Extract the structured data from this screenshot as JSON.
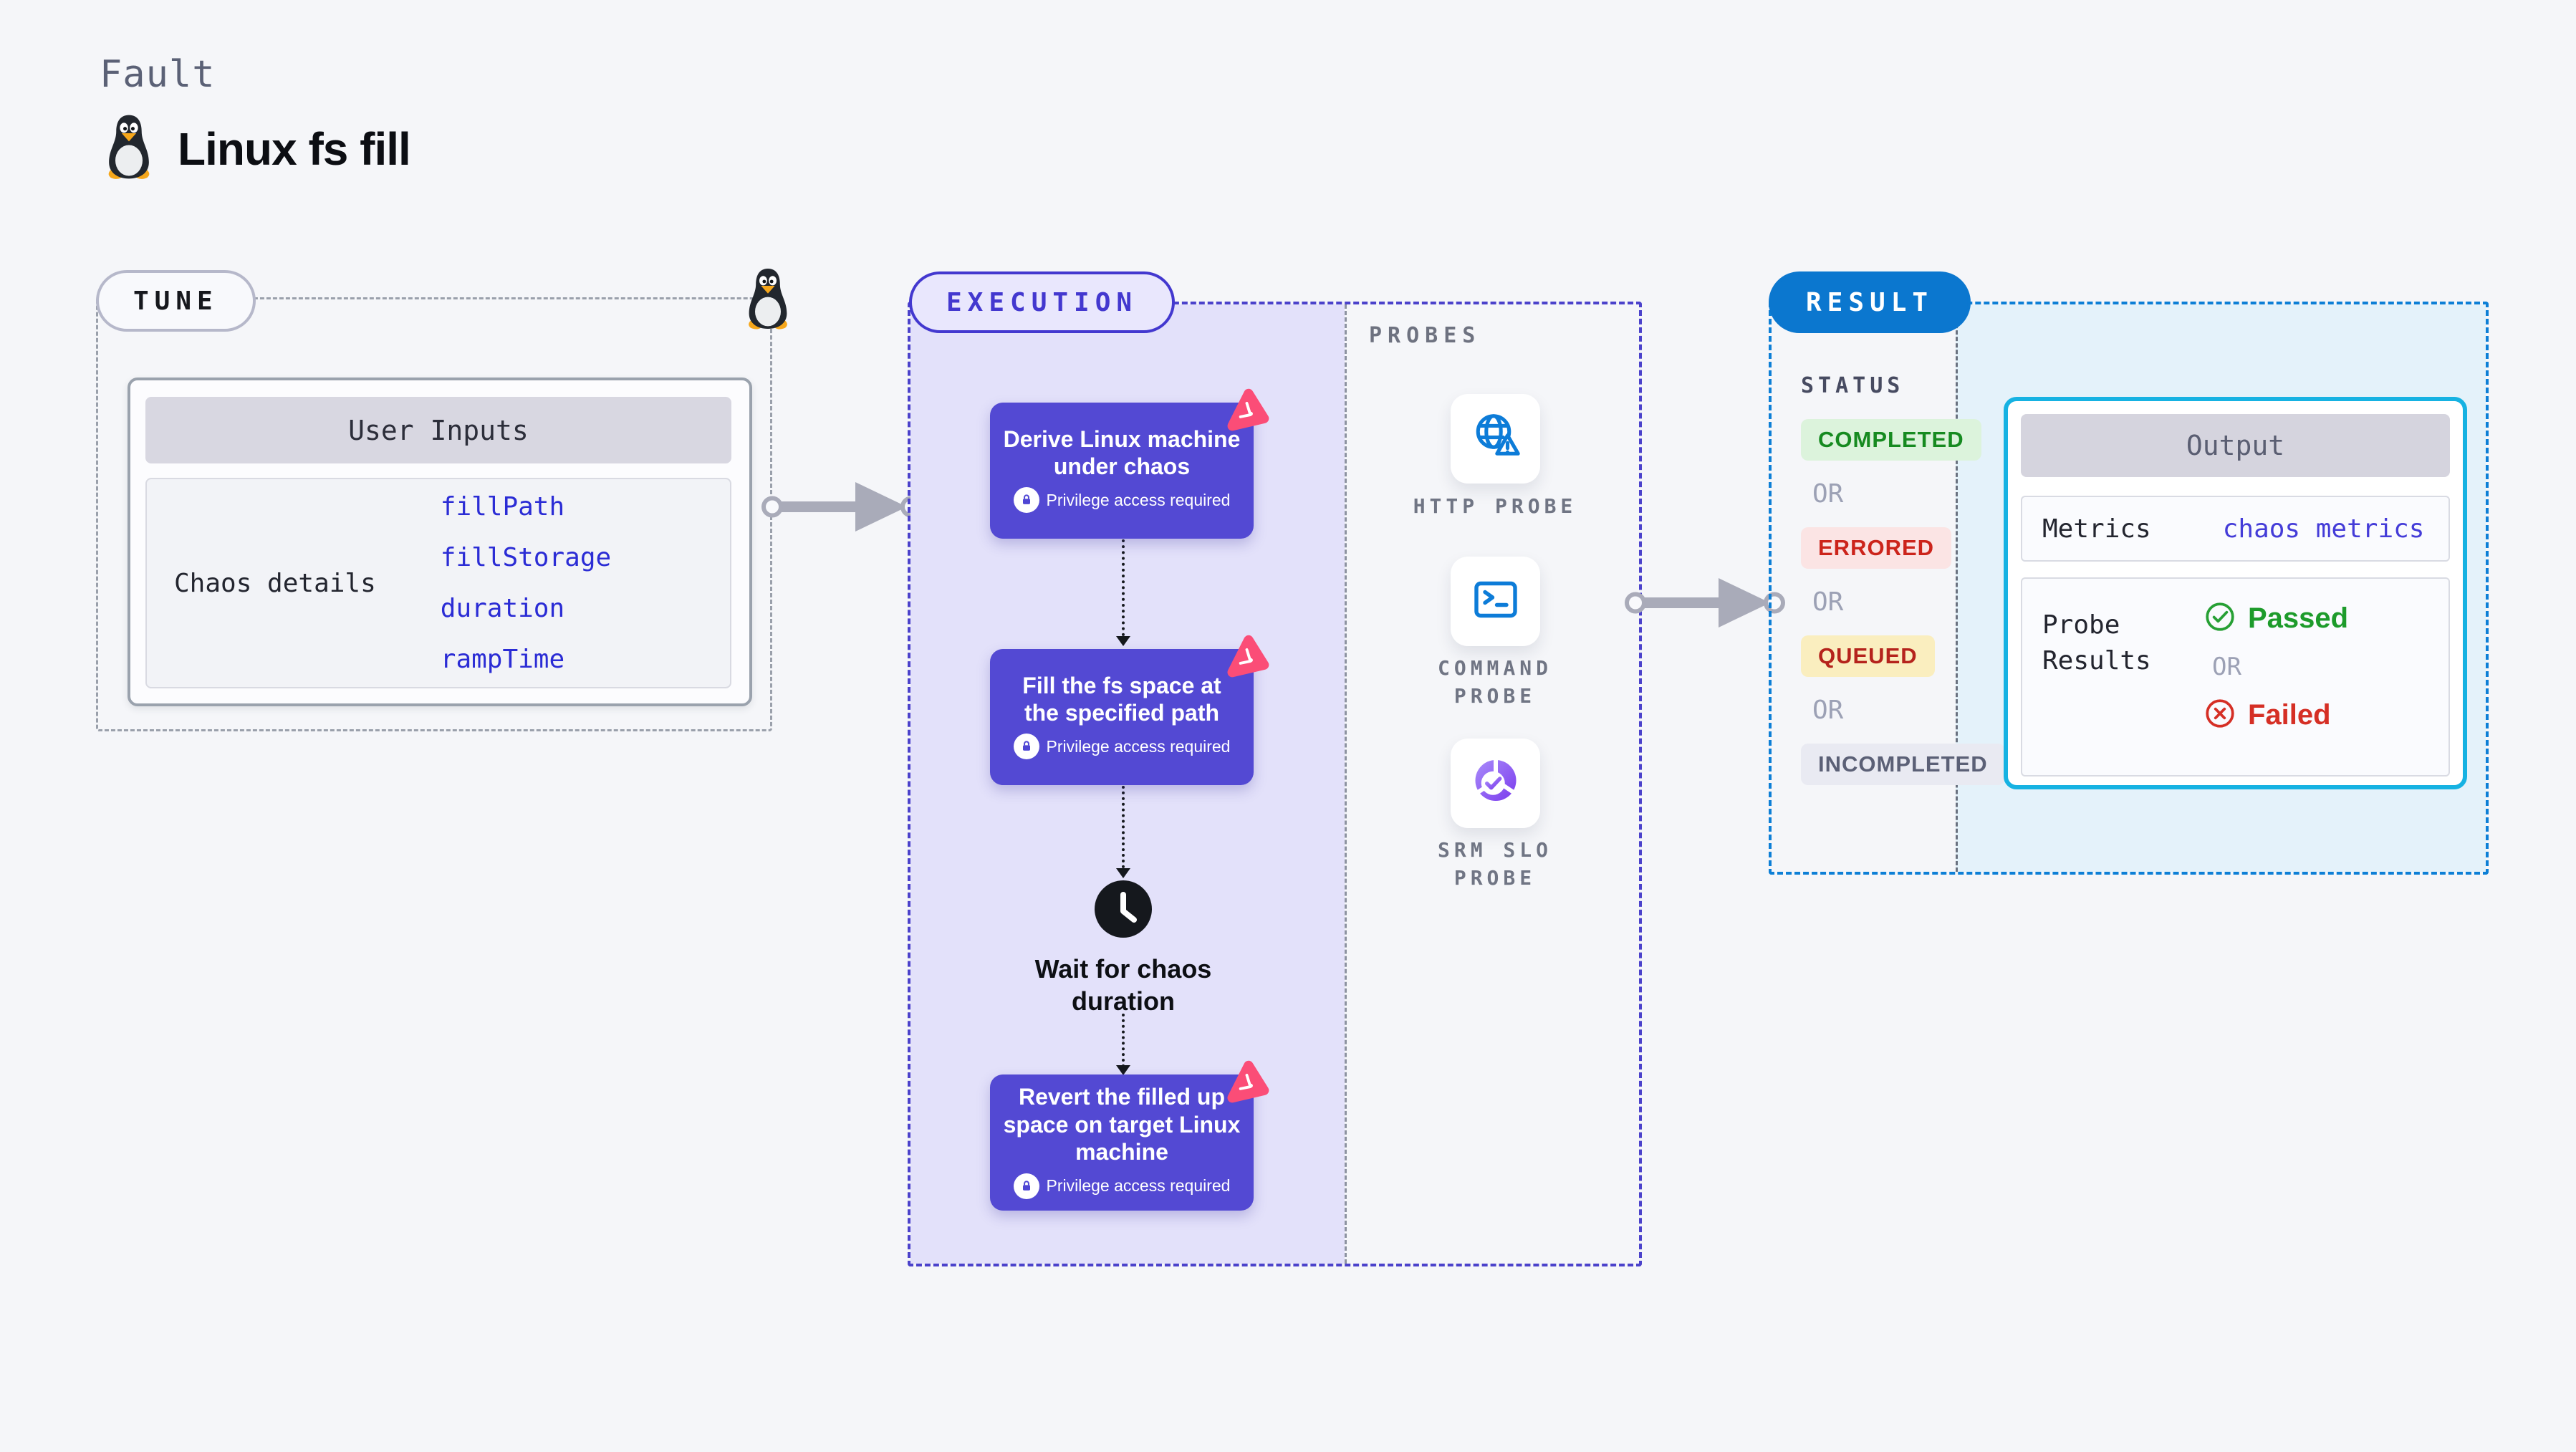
{
  "header": {
    "kicker": "Fault",
    "title": "Linux fs fill"
  },
  "tune": {
    "badge": "TUNE",
    "card_title": "User Inputs",
    "row_label": "Chaos details",
    "inputs": [
      "fillPath",
      "fillStorage",
      "duration",
      "rampTime"
    ]
  },
  "execution": {
    "badge": "EXECUTION",
    "steps": [
      {
        "label": "Derive Linux machine under chaos",
        "note": "Privilege access required"
      },
      {
        "label": "Fill the fs space at the specified path",
        "note": "Privilege access required"
      },
      {
        "label": "Revert the filled up space on target Linux machine",
        "note": "Privilege access required"
      }
    ],
    "wait_label": "Wait for chaos duration"
  },
  "probes": {
    "title": "PROBES",
    "items": [
      {
        "label": "HTTP PROBE",
        "icon": "http-probe-icon"
      },
      {
        "label": "COMMAND\nPROBE",
        "icon": "command-probe-icon"
      },
      {
        "label": "SRM SLO\nPROBE",
        "icon": "srm-slo-probe-icon"
      }
    ]
  },
  "result": {
    "badge": "RESULT",
    "status_title": "STATUS",
    "or_label": "OR",
    "statuses": [
      {
        "label": "COMPLETED",
        "fg": "#168a20",
        "bg": "#dcf3dc"
      },
      {
        "label": "ERRORED",
        "fg": "#cc241b",
        "bg": "#fbe4e4"
      },
      {
        "label": "QUEUED",
        "fg": "#b5231c",
        "bg": "#faeebf"
      },
      {
        "label": "INCOMPLETED",
        "fg": "#5b6076",
        "bg": "#e9eaf2"
      }
    ],
    "output": {
      "title": "Output",
      "metrics_label": "Metrics",
      "metrics_value": "chaos metrics",
      "probe_results_label": "Probe Results",
      "passed": "Passed",
      "failed": "Failed"
    }
  },
  "colors": {
    "accent_indigo": "#5349d3",
    "execution_border": "#4b42cb",
    "execution_bg": "#e3e1fa",
    "harness_pink": "#fb3d6d",
    "result_pill_blue": "#0b77cf",
    "result_border": "#0d7fd6",
    "output_border": "#16b2e2",
    "output_panel_bg": "#e4f2fa",
    "link_blue": "#2b2cd5",
    "arrow_gray": "#a9abb9",
    "probe_icon_blue": "#0d7cd8",
    "passed_green": "#1d9b2b",
    "failed_red": "#d52f25"
  }
}
